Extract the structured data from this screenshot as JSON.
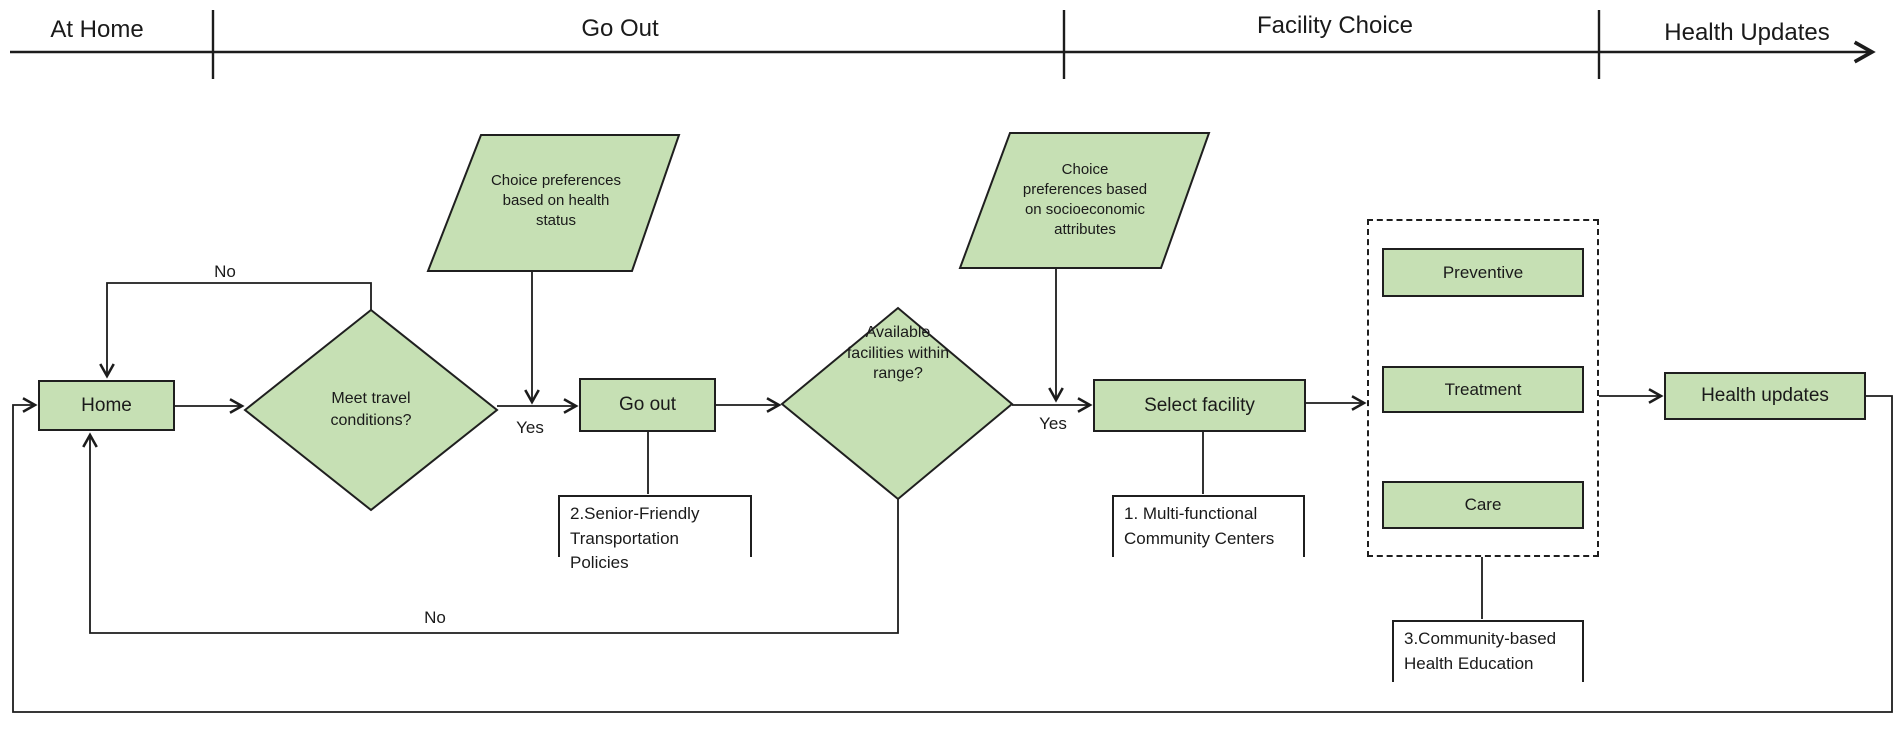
{
  "timeline": {
    "phases": [
      "At Home",
      "Go Out",
      "Facility Choice",
      "Health Updates"
    ]
  },
  "flow": {
    "home": "Home",
    "decision_travel": "Meet travel conditions?",
    "pref_health": "Choice preferences based on health status",
    "go_out": "Go out",
    "note_transport": "2.Senior-Friendly Transportation Policies",
    "decision_facilities": "Available facilities within range?",
    "pref_socio": "Choice preferences based on socioeconomic attributes",
    "select_facility": "Select facility",
    "note_centers": "1. Multi-functional Community Centers",
    "facility_types": [
      "Preventive",
      "Treatment",
      "Care"
    ],
    "note_education": "3.Community-based Health Education",
    "health_updates": "Health updates"
  },
  "edge_labels": {
    "travel_no": "No",
    "travel_yes": "Yes",
    "facility_yes": "Yes",
    "facility_no": "No"
  },
  "colors": {
    "node_fill": "#c6e0b4",
    "line": "#1c1c1c"
  }
}
